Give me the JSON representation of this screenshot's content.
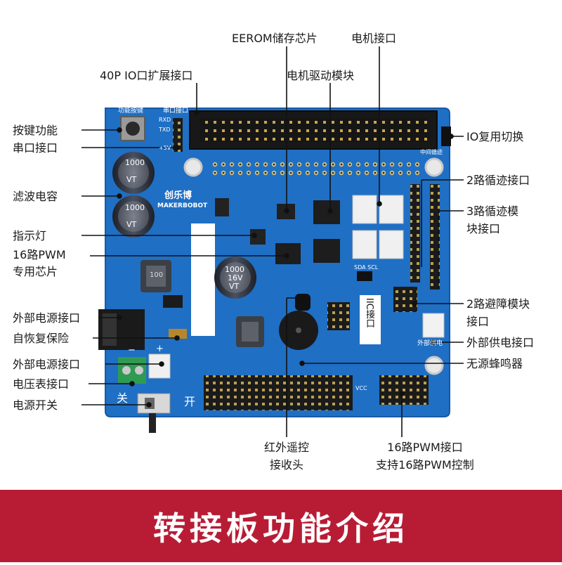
{
  "board": {
    "brand_cn": "创乐博",
    "brand_en": "MAKERBOBOT",
    "silk_function_key": "功能按键",
    "silk_serial": "串口接口",
    "silk_rxd": "RXD",
    "silk_txd": "TXD",
    "silk_5v": "+5V",
    "silk_cap_value": "1000",
    "silk_cap_voltage": "16V",
    "silk_cap_brand": "VT",
    "silk_inductor": "100",
    "silk_off": "关",
    "silk_on": "开",
    "silk_minus": "−",
    "silk_plus": "+",
    "silk_sda_scl": "SDA SCL",
    "silk_middle_trace": "中间循迹",
    "silk_ext_power": "外部供电",
    "silk_vcc": "VCC",
    "silk_iic": "IIC接口"
  },
  "callouts": {
    "top": {
      "eerom": "EEROM储存芯片",
      "motor_port": "电机接口",
      "io40": "40P IO口扩展接口",
      "motor_driver": "电机驱动模块"
    },
    "left": {
      "key_function": "按键功能",
      "serial_port": "串口接口",
      "filter_cap": "滤波电容",
      "indicator": "指示灯",
      "pwm16_chip_line1": "16路PWM",
      "pwm16_chip_line2": "专用芯片",
      "ext_power_port_1": "外部电源接口",
      "self_recover_fuse": "自恢复保险",
      "ext_power_port_2": "外部电源接口",
      "voltmeter_port": "电压表接口",
      "power_switch": "电源开关"
    },
    "right": {
      "io_mux_switch": "IO复用切换",
      "track2_port": "2路循迹接口",
      "track3_line1": "3路循迹模",
      "track3_line2": "块接口",
      "obstacle2_line1": "2路避障模块",
      "obstacle2_line2": "接口",
      "ext_supply_port": "外部供电接口",
      "passive_buzzer": "无源蜂鸣器"
    },
    "bottom": {
      "ir_line1": "红外遥控",
      "ir_line2": "接收头",
      "pwm16_port_line1": "16路PWM接口",
      "pwm16_port_line2": "支持16路PWM控制"
    }
  },
  "banner": {
    "title": "转接板功能介绍"
  },
  "colors": {
    "pcb_blue": "#1f6fc4",
    "pcb_dark": "#155aa6",
    "banner_red": "#b81c35",
    "header_black": "#1b1b1b",
    "pin_gold": "#c9a64a",
    "cap_gray": "#2f3340"
  }
}
